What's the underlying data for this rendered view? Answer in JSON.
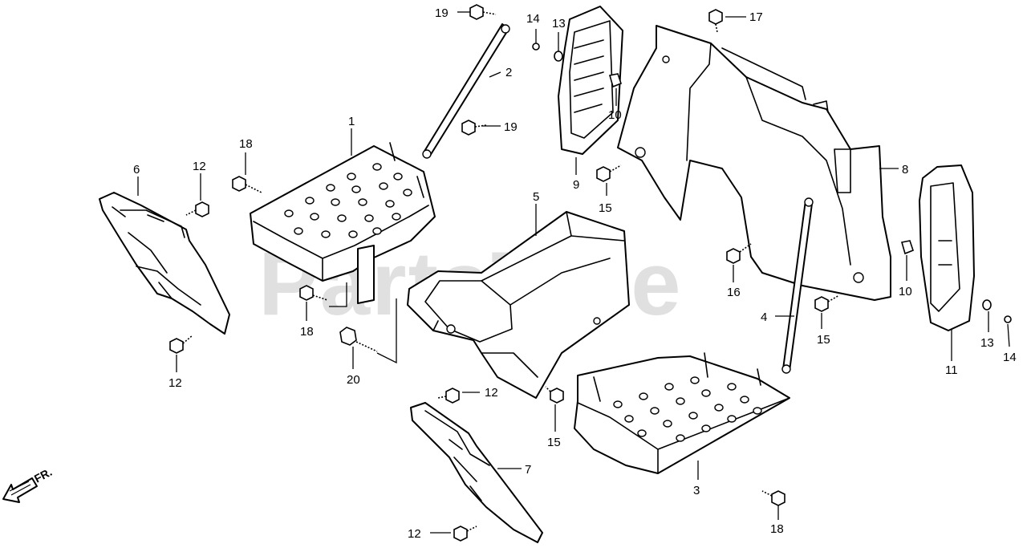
{
  "watermark": {
    "text": "PartsTree",
    "color": "#c8c8c8"
  },
  "direction_label": "FR.",
  "callouts": [
    {
      "id": "c19a",
      "text": "19"
    },
    {
      "id": "c2",
      "text": "2"
    },
    {
      "id": "c14a",
      "text": "14"
    },
    {
      "id": "c13a",
      "text": "13"
    },
    {
      "id": "c17",
      "text": "17"
    },
    {
      "id": "c10a",
      "text": "10"
    },
    {
      "id": "c19b",
      "text": "19"
    },
    {
      "id": "c1",
      "text": "1"
    },
    {
      "id": "c18a",
      "text": "18"
    },
    {
      "id": "c9",
      "text": "9"
    },
    {
      "id": "c8",
      "text": "8"
    },
    {
      "id": "c6",
      "text": "6"
    },
    {
      "id": "c12a",
      "text": "12"
    },
    {
      "id": "c15a",
      "text": "15"
    },
    {
      "id": "c5",
      "text": "5"
    },
    {
      "id": "c16",
      "text": "16"
    },
    {
      "id": "c10b",
      "text": "10"
    },
    {
      "id": "c18b",
      "text": "18"
    },
    {
      "id": "c4",
      "text": "4"
    },
    {
      "id": "c15b",
      "text": "15"
    },
    {
      "id": "c13b",
      "text": "13"
    },
    {
      "id": "c14b",
      "text": "14"
    },
    {
      "id": "c12b",
      "text": "12"
    },
    {
      "id": "c20",
      "text": "20"
    },
    {
      "id": "c11",
      "text": "11"
    },
    {
      "id": "c12c",
      "text": "12"
    },
    {
      "id": "c15c",
      "text": "15"
    },
    {
      "id": "c7",
      "text": "7"
    },
    {
      "id": "c3",
      "text": "3"
    },
    {
      "id": "c12d",
      "text": "12"
    },
    {
      "id": "c18c",
      "text": "18"
    }
  ]
}
